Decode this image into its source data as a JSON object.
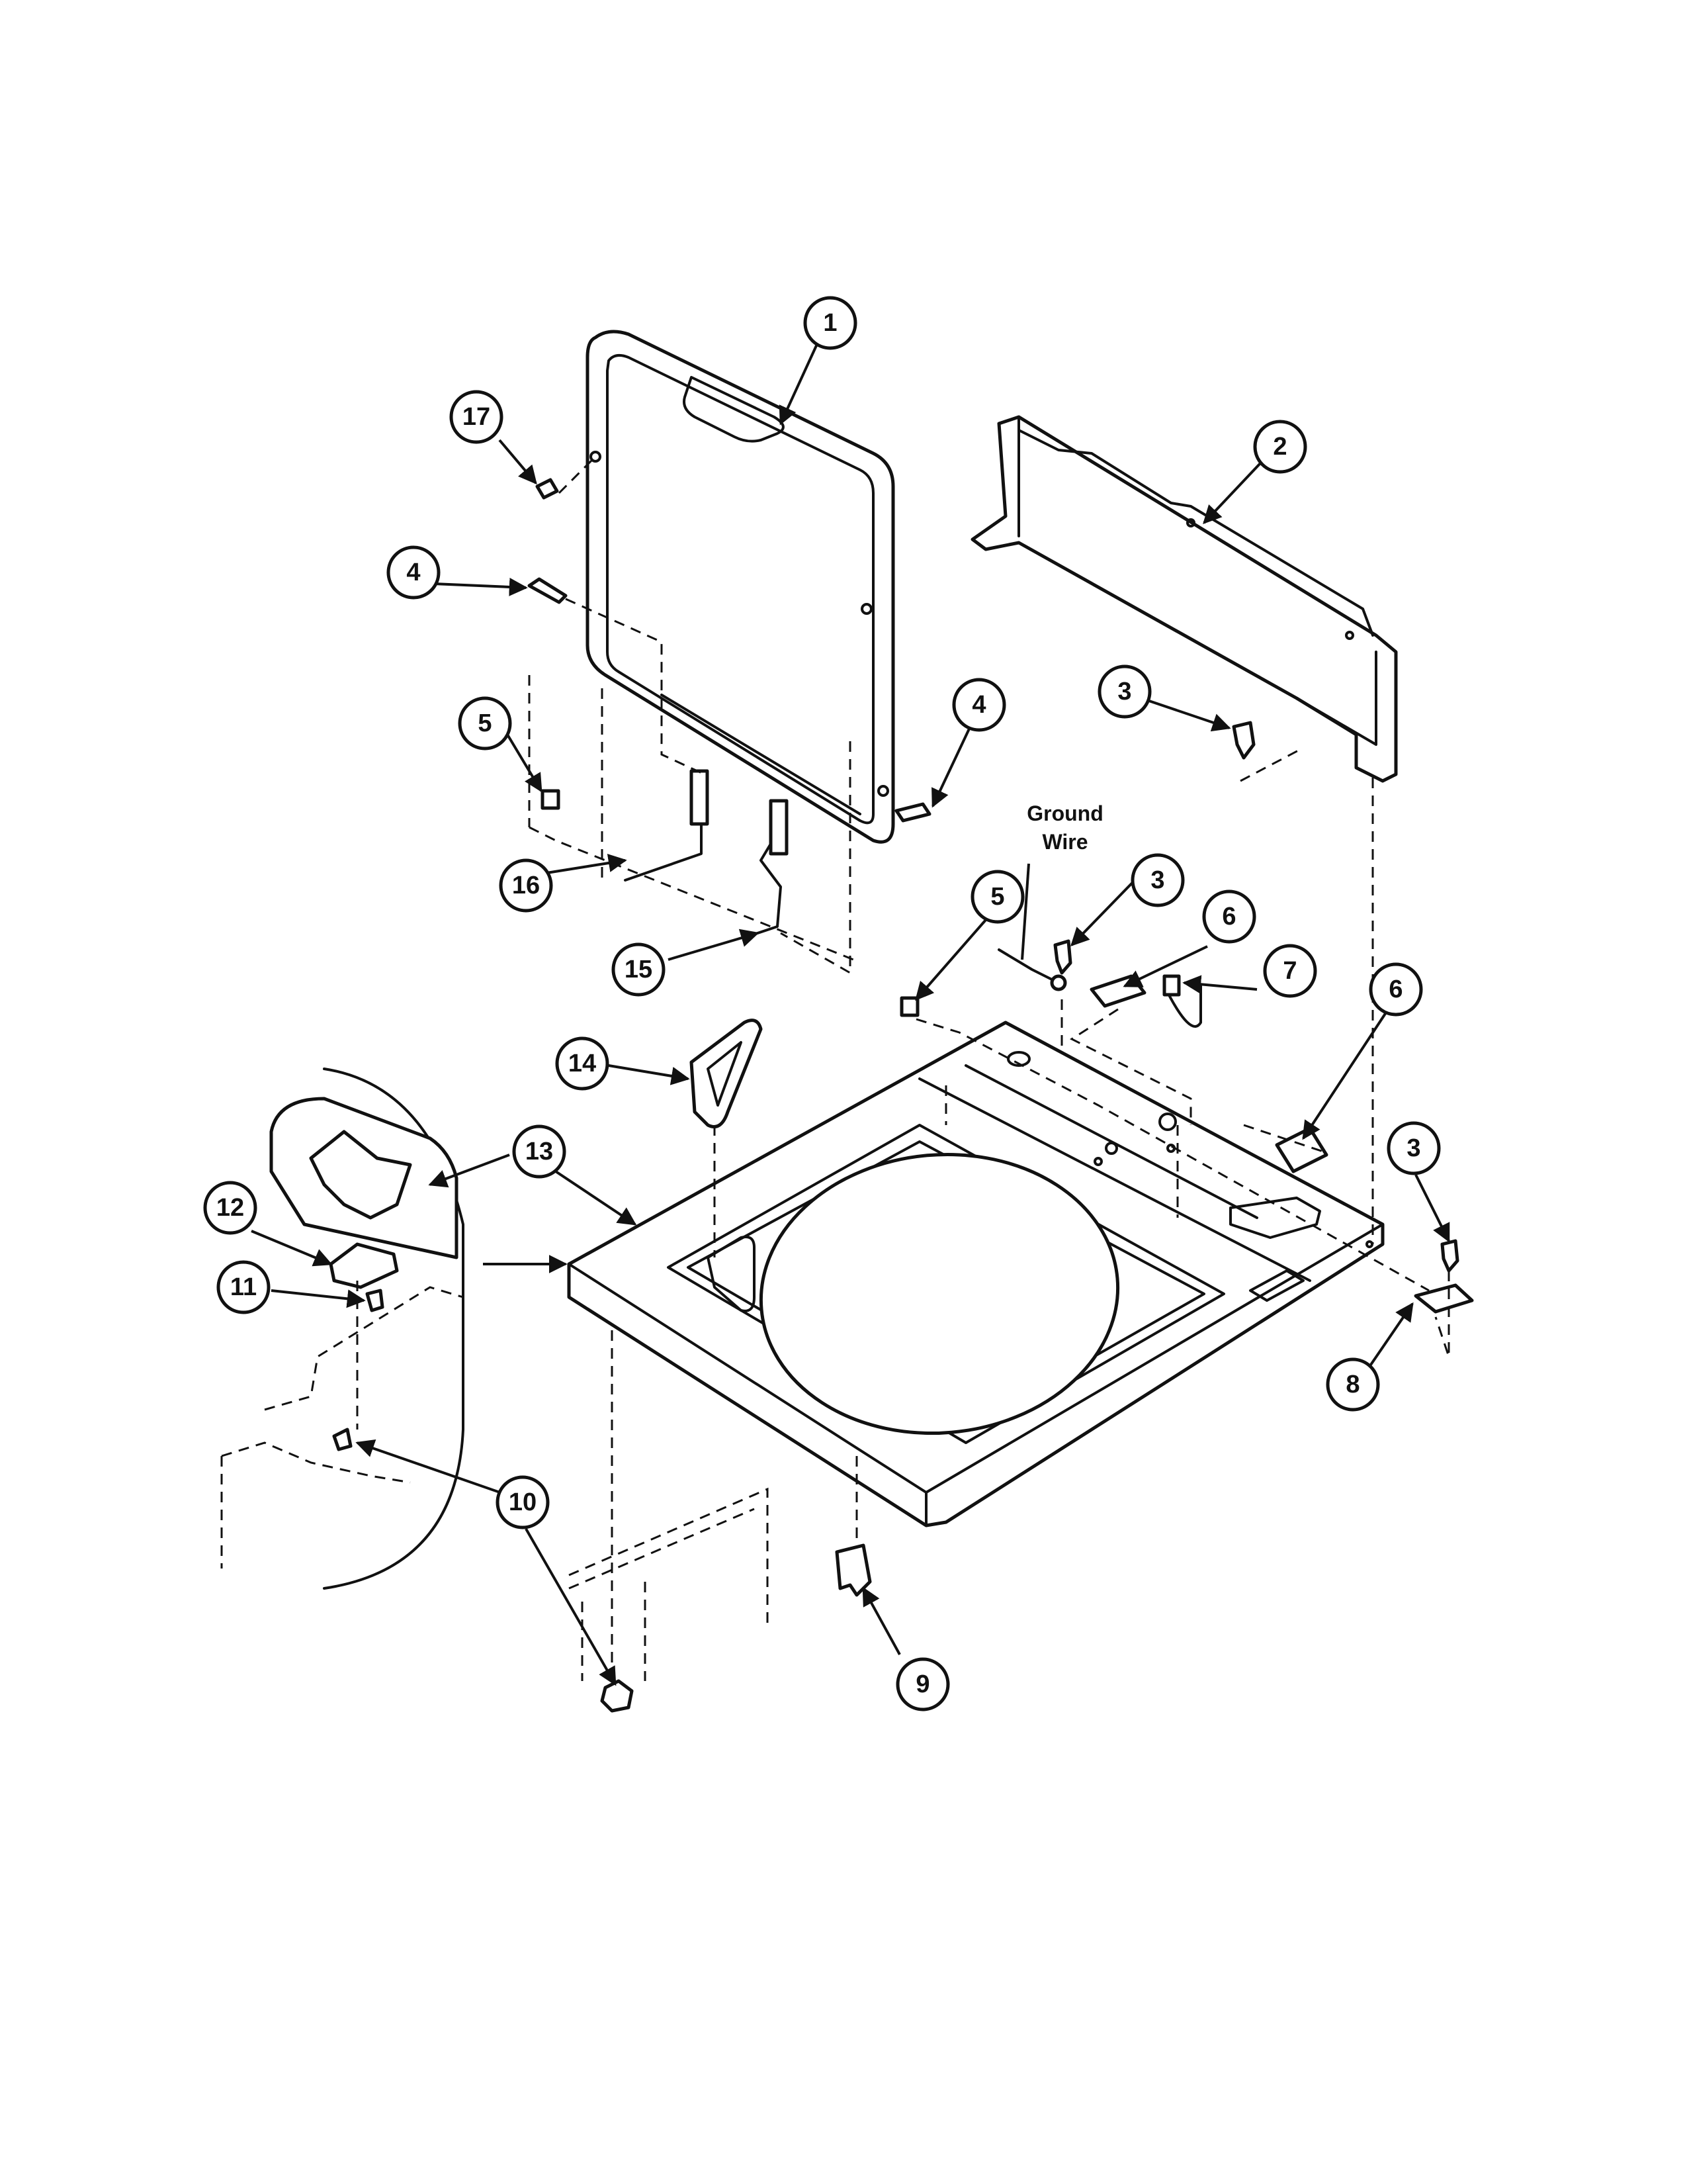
{
  "callouts": {
    "c1": "1",
    "c2": "2",
    "c3a": "3",
    "c3b": "3",
    "c3c": "3",
    "c4a": "4",
    "c4b": "4",
    "c5a": "5",
    "c5b": "5",
    "c6a": "6",
    "c6b": "6",
    "c7": "7",
    "c8": "8",
    "c9": "9",
    "c10": "10",
    "c11": "11",
    "c12": "12",
    "c13": "13",
    "c14": "14",
    "c15": "15",
    "c16": "16",
    "c17": "17"
  },
  "labels": {
    "ground_wire_line1": "Ground",
    "ground_wire_line2": "Wire"
  }
}
